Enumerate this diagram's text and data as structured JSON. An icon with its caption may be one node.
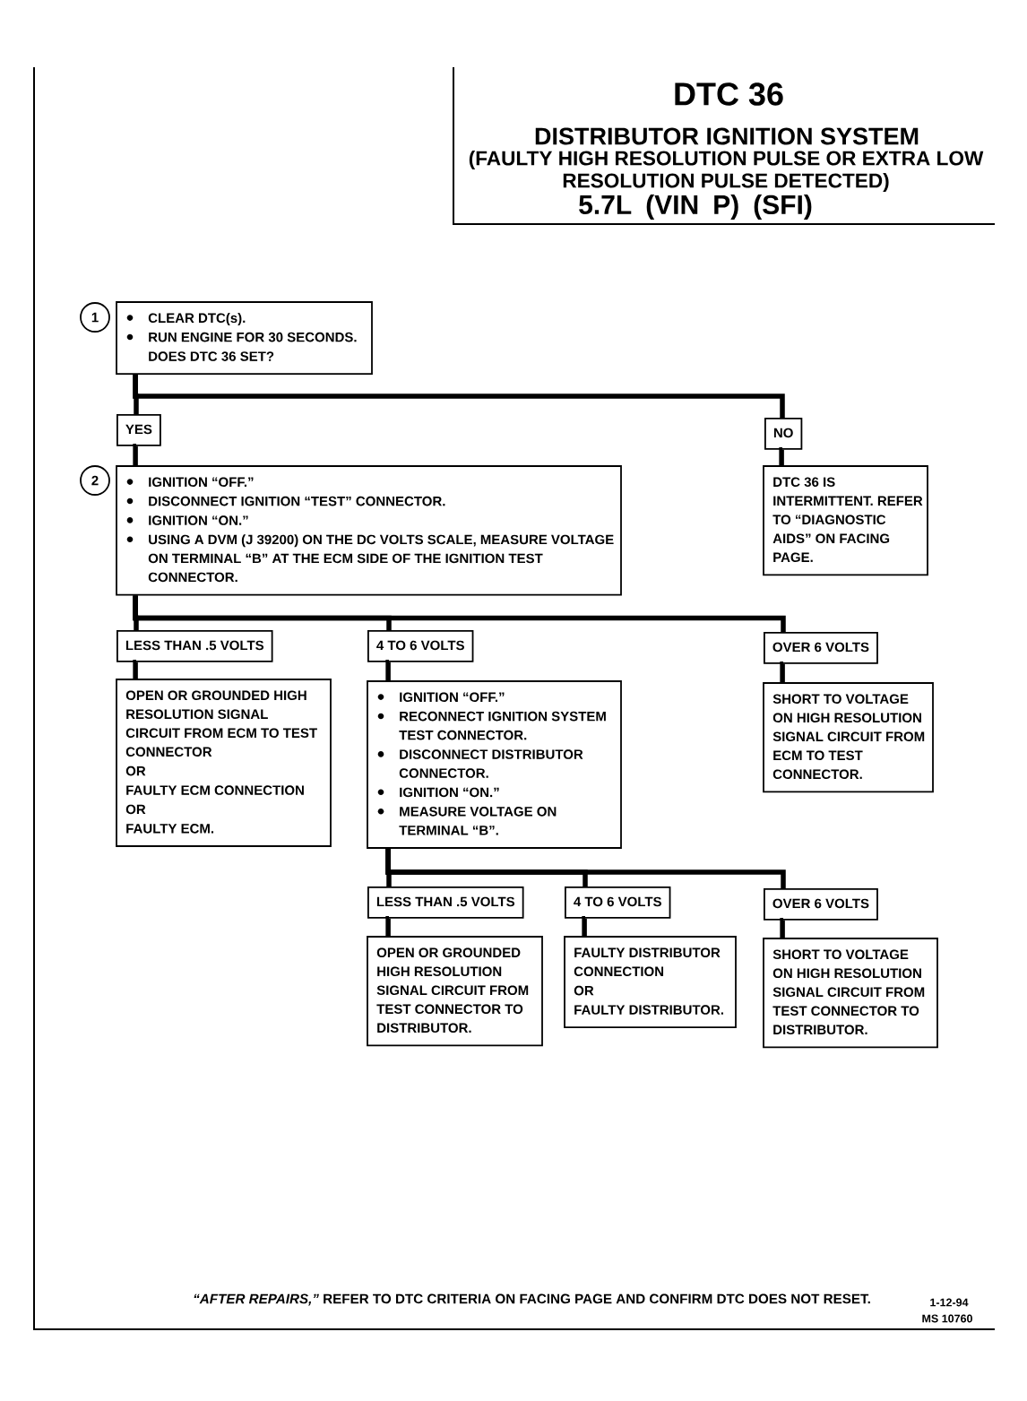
{
  "diagram": {
    "title": "DTC 36",
    "nodes": [
      {
        "text": [
          "1"
        ]
      },
      {
        "text": [
          "CLEAR DTC(s).",
          "RUN ENGINE FOR 30 SECONDS.",
          "DOES DTC 36 SET?"
        ]
      },
      {
        "text": [
          "YES"
        ]
      },
      {
        "text": [
          "NO"
        ]
      },
      {
        "text": [
          "2"
        ]
      },
      {
        "text": [
          "IGNITION “OFF.”",
          "DISCONNECT IGNITION “TEST” CONNECTOR.",
          "IGNITION “ON.”",
          "USING A DVM (J 39200) ON THE DC VOLTS SCALE, MEASURE VOLTAGE ON TERMINAL “B” AT THE ECM SIDE OF THE IGNITION TEST CONNECTOR."
        ]
      },
      {
        "text": [
          "DTC 36 IS INTERMITTENT. REFER TO “DIAGNOSTIC AIDS” ON FACING PAGE."
        ]
      },
      {
        "text": [
          "LESS THAN .5 VOLTS"
        ]
      },
      {
        "text": [
          "4 TO 6 VOLTS"
        ]
      },
      {
        "text": [
          "OVER 6 VOLTS"
        ]
      },
      {
        "text": [
          "OPEN OR GROUNDED HIGH RESOLUTION SIGNAL CIRCUIT FROM ECM TO TEST CONNECTOR",
          "OR",
          "FAULTY ECM CONNECTION",
          "OR",
          "FAULTY ECM."
        ]
      },
      {
        "text": [
          "IGNITION “OFF.”",
          "RECONNECT IGNITION SYSTEM TEST CONNECTOR.",
          "DISCONNECT DISTRIBUTOR CONNECTOR.",
          "IGNITION “ON.”",
          "MEASURE VOLTAGE ON TERMINAL “B”."
        ]
      },
      {
        "text": [
          "SHORT TO VOLTAGE ON HIGH RESOLUTION SIGNAL CIRCUIT FROM ECM TO TEST CONNECTOR."
        ]
      },
      {
        "text": [
          "LESS THAN .5 VOLTS"
        ]
      },
      {
        "text": [
          "4 TO 6 VOLTS"
        ]
      },
      {
        "text": [
          "OVER 6 VOLTS"
        ]
      },
      {
        "text": [
          "OPEN OR GROUNDED HIGH RESOLUTION SIGNAL CIRCUIT FROM TEST CONNECTOR TO DISTRIBUTOR."
        ]
      },
      {
        "text": [
          "FAULTY DISTRIBUTOR CONNECTION",
          "OR",
          "FAULTY DISTRIBUTOR."
        ]
      },
      {
        "text": [
          "SHORT TO VOLTAGE ON HIGH RESOLUTION SIGNAL CIRCUIT FROM TEST CONNECTOR TO DISTRIBUTOR."
        ]
      }
    ],
    "edges": [
      {
        "from": 1,
        "to": 2,
        "arrow": "none"
      },
      {
        "from": 1,
        "to": 3,
        "arrow": "none"
      },
      {
        "from": 2,
        "to": 5,
        "arrow": "none"
      },
      {
        "from": 3,
        "to": 6,
        "arrow": "none"
      },
      {
        "from": 5,
        "to": 7,
        "arrow": "none"
      },
      {
        "from": 5,
        "to": 8,
        "arrow": "none"
      },
      {
        "from": 5,
        "to": 9,
        "arrow": "none"
      },
      {
        "from": 7,
        "to": 10,
        "arrow": "none"
      },
      {
        "from": 8,
        "to": 11,
        "arrow": "none"
      },
      {
        "from": 9,
        "to": 12,
        "arrow": "none"
      },
      {
        "from": 11,
        "to": 13,
        "arrow": "none"
      },
      {
        "from": 11,
        "to": 14,
        "arrow": "none"
      },
      {
        "from": 11,
        "to": 15,
        "arrow": "none"
      },
      {
        "from": 13,
        "to": 16,
        "arrow": "none"
      },
      {
        "from": 14,
        "to": 17,
        "arrow": "none"
      },
      {
        "from": 15,
        "to": 18,
        "arrow": "none"
      }
    ],
    "labels": [
      "DISTRIBUTOR IGNITION SYSTEM",
      "(FAULTY HIGH RESOLUTION PULSE OR EXTRA LOW RESOLUTION PULSE DETECTED)",
      "5.7L (VIN P) (SFI)",
      "*“AFTER REPAIRS,”* REFER TO DTC CRITERIA ON FACING PAGE AND CONFIRM DTC DOES NOT RESET.",
      "1-12-94",
      "MS 10760"
    ]
  }
}
